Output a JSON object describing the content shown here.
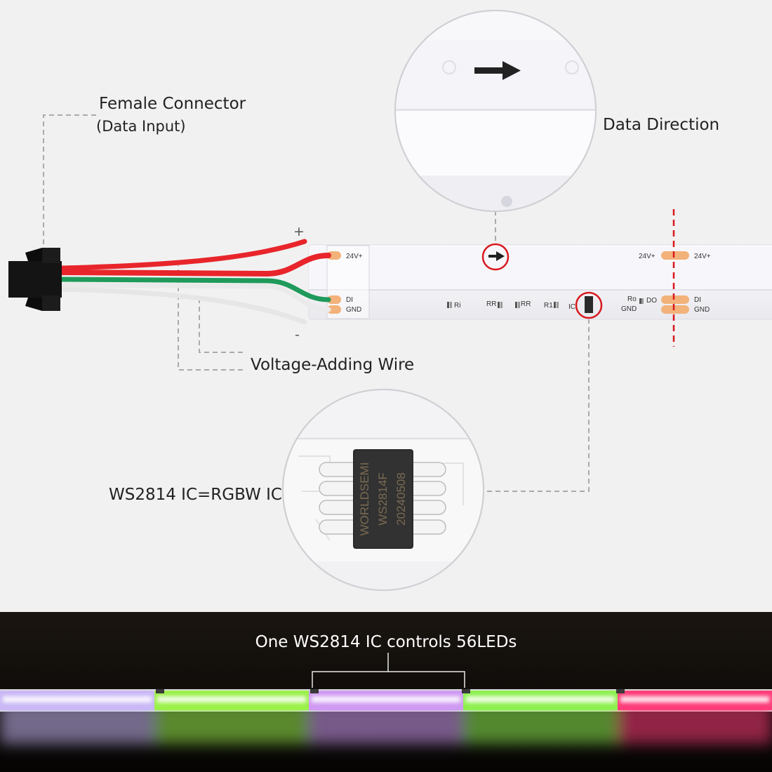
{
  "labels": {
    "female_connector": "Female Connector",
    "data_input": "(Data Input)",
    "data_direction": "Data Direction",
    "voltage_wire": "Voltage-Adding Wire",
    "ic_desc": "WS2814 IC=RGBW IC",
    "banner": "One WS2814 IC controls 56LEDs",
    "plus": "+",
    "minus": "-"
  },
  "pads": {
    "v24_left": "24V+",
    "di_left": "DI",
    "gnd_left": "GND",
    "v24_right_a": "24V+",
    "v24_right_b": "24V+",
    "ro": "Ro",
    "do": "DO",
    "gnd_mid": "GND",
    "di_right": "DI",
    "gnd_right": "GND"
  },
  "components": {
    "ri": "Ri",
    "rr1": "RR",
    "rr2": "RR",
    "r1": "R1",
    "ic": "IC"
  },
  "chip": {
    "line1": "WORLDSEMI",
    "line2": "WS2814F",
    "line3": "20240508"
  },
  "colors": {
    "background": "#f1f1f1",
    "wire_red": "#e8252b",
    "wire_green": "#1f9a5a",
    "wire_white": "#e6e6e6",
    "pad_copper": "#f2b27a",
    "highlight_red": "#d8191e",
    "banner_bg": "#0b0906"
  },
  "led_segments": [
    "#c9b8f5",
    "#9bf04a",
    "#cf9af2",
    "#8ef050",
    "#ff3d7a"
  ]
}
